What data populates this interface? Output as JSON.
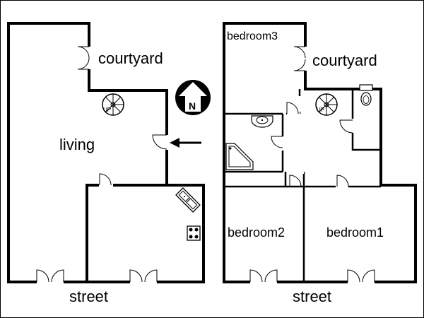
{
  "labels": {
    "courtyard_left": "courtyard",
    "courtyard_right": "courtyard",
    "living": "living",
    "bedroom3": "bedroom3",
    "bedroom2": "bedroom2",
    "bedroom1": "bedroom1",
    "street_left": "street",
    "street_right": "street",
    "up_left": "UP",
    "up_right": "UP",
    "compass": "N"
  },
  "icons": {
    "compass": "north-arrow-icon",
    "entrance": "entrance-arrow-icon",
    "stairs": "spiral-staircase-icon",
    "sink": "kitchen-sink-icon",
    "stove": "stove-icon",
    "toilet": "toilet-icon",
    "shower": "shower-icon",
    "basin": "wash-basin-icon"
  }
}
